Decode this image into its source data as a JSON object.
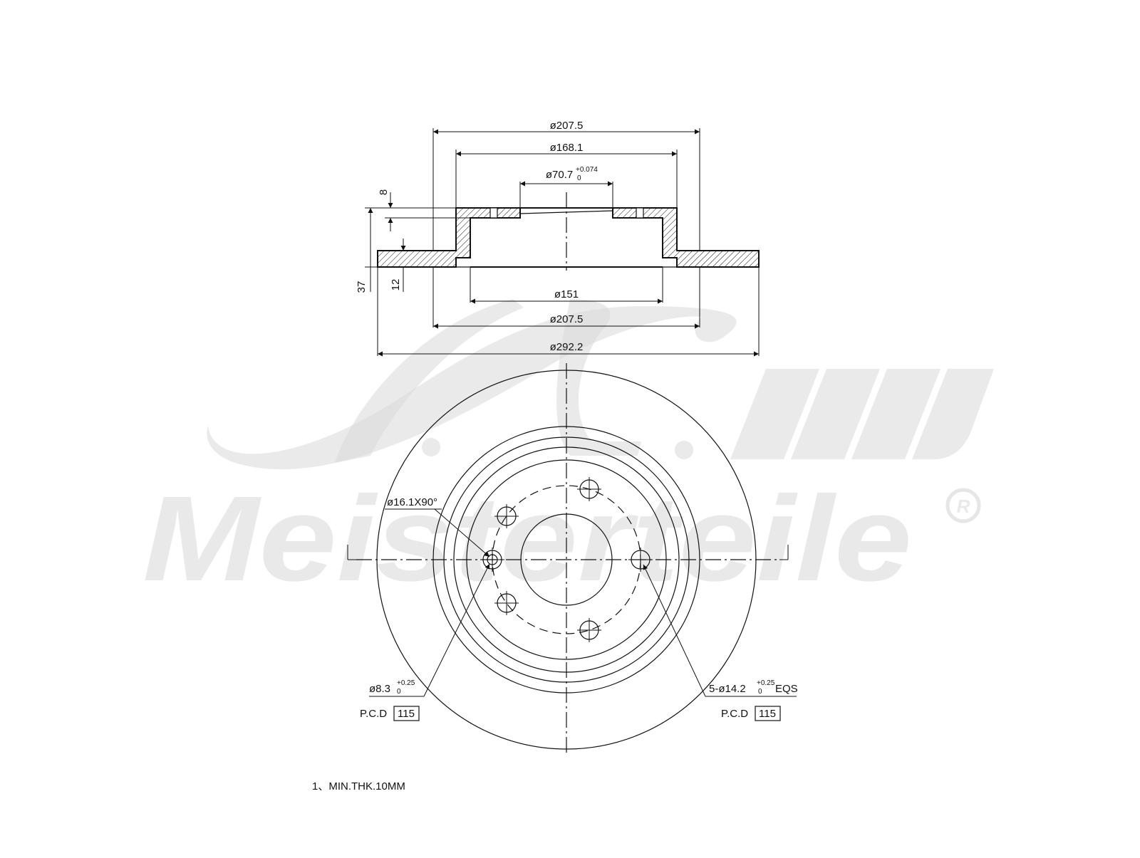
{
  "watermark": {
    "monogram": "A.L.",
    "brand": "Meisterteile",
    "registered": "R"
  },
  "side_view": {
    "dims": {
      "outer_top": "ø207.5",
      "hat_top": "ø168.1",
      "bore": "ø70.7",
      "bore_tol_upper": "+0.074",
      "bore_tol_lower": "0",
      "hat_inner": "ø151",
      "outer_bottom": "ø207.5",
      "disc_dia": "ø292.2",
      "flange_thk": "8",
      "total_height": "37",
      "disc_thk": "12"
    }
  },
  "front_view": {
    "chamfer": "ø16.1X90°",
    "left_hole": "ø8.3",
    "left_hole_tol_upper": "+0.25",
    "left_hole_tol_lower": "0",
    "left_pcd_label": "P.C.D",
    "left_pcd_value": "115",
    "right_hole": "5-ø14.2",
    "right_hole_tol_upper": "+0.25",
    "right_hole_tol_lower": "0",
    "right_hole_suffix": "EQS",
    "right_pcd_label": "P.C.D",
    "right_pcd_value": "115"
  },
  "note": "1、MIN.THK.10MM"
}
